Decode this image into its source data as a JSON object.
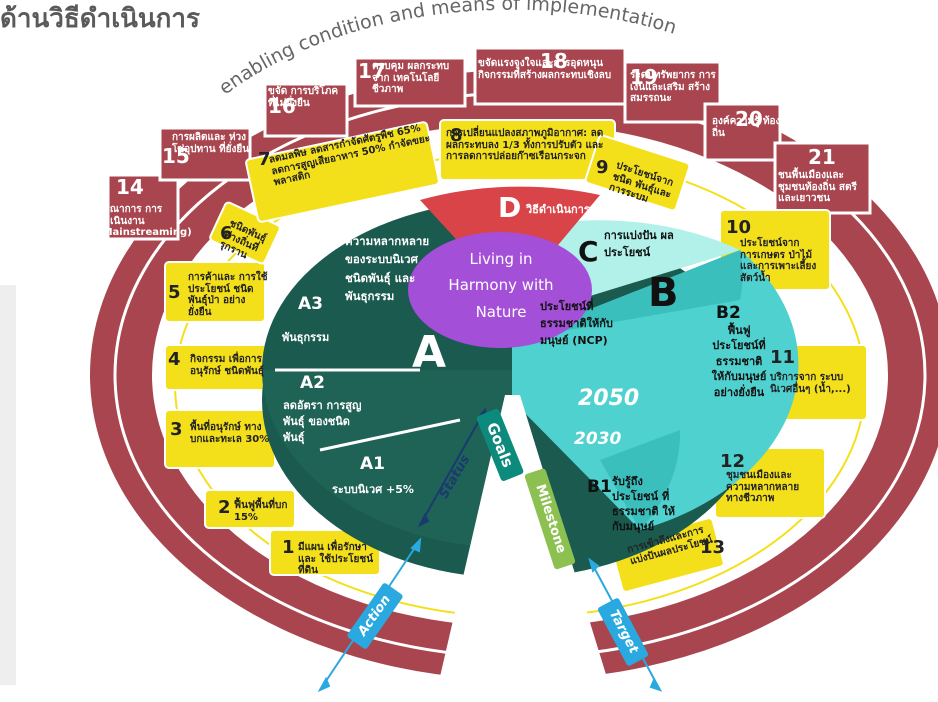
{
  "title": "ด้านวิธีดำเนินการ",
  "outer_arc_text": "enabling condition and means of implementation",
  "outer_items": [
    {
      "num": "14",
      "text": "บูรณาการ การดำเนินงาน (Mainstreaming)"
    },
    {
      "num": "15",
      "text": "การผลิตและ ห่วงโซ่อุปทาน ที่ยั่งยืน"
    },
    {
      "num": "16",
      "text": "ขจัด การบริโภค ที่ไม่ยั่งยืน"
    },
    {
      "num": "17",
      "text": "ควบคุม ผลกระทบจาก เทคโนโลยีชีวภาพ"
    },
    {
      "num": "18",
      "text": "ขจัดแรงจูงใจและการอุดหนุน กิจกรรมที่สร้างผลกระทบเชิงลบ"
    },
    {
      "num": "19",
      "text": "ระดมทรัพยากร การเงินและเสริม สร้างสมรรถนะ"
    },
    {
      "num": "20",
      "text": "องค์ความรู้ ท้องถิ่น"
    },
    {
      "num": "21",
      "text": "ชนพื้นเมืองและ ชุมชนท้องถิ่น สตรีและเยาวชน"
    }
  ],
  "yellow_items": [
    {
      "num": "1",
      "text": "มีแผน เพื่อรักษาและ ใช้ประโยชน์ที่ดิน"
    },
    {
      "num": "2",
      "text": "ฟื้นฟูพื้นที่บก 15%"
    },
    {
      "num": "3",
      "text": "พื้นที่อนุรักษ์ ทางบกและทะเล 30%"
    },
    {
      "num": "4",
      "text": "กิจกรรม เพื่อการอนุรักษ์ ชนิดพันธุ์"
    },
    {
      "num": "5",
      "text": "การค้าและ การใช้ประโยชน์ ชนิดพันธุ์ป่า อย่างยั่งยืน"
    },
    {
      "num": "6",
      "text": "ชนิดพันธุ์ ต่างถิ่นที่รุกราน"
    },
    {
      "num": "7",
      "text": "ลดมลพิษ ลดสารกำจัดศัตรูพืช 65% ลดการสูญเสียอาหาร 50% กำจัดขยะพลาสติก"
    },
    {
      "num": "8",
      "text": "การเปลี่ยนแปลงสภาพภูมิอากาศ: ลดผลกระทบลง 1/3 ทั้งการปรับตัว และการลดการปล่อยก๊าซเรือนกระจก"
    },
    {
      "num": "9",
      "text": "ประโยชน์จากชนิด พันธุ์และการระบม"
    },
    {
      "num": "10",
      "text": "ประโยชน์จาก การเกษตร ป่าไม้ และการเพาะเลี้ยง สัตว์น้ำ"
    },
    {
      "num": "11",
      "text": "บริการจาก ระบบนิเวศอื่นๆ (น้ำ,...)"
    },
    {
      "num": "12",
      "text": "ชุมชนเมืองและ ความหลากหลาย ทางชีวภาพ"
    },
    {
      "num": "13",
      "text": "การเข้าถึงและการ แบ่งปันผลประโยชน์"
    }
  ],
  "center": {
    "label": "Living in Harmony with Nature",
    "a_letter": "A",
    "a_text": "ความหลากหลาย ของระบบนิเวศ ชนิดพันธุ์ และพันธุกรรม",
    "a3_code": "A3",
    "a3_text": "พันธุกรรม",
    "a2_code": "A2",
    "a2_text": "ลดอัตรา การสูญพันธุ์ ของชนิดพันธุ์",
    "a1_code": "A1",
    "a1_text": "ระบบนิเวศ +5%",
    "b_letter": "B",
    "b_text": "ประโยชน์ที่ ธรรมชาติให้กับ มนุษย์ (NCP)",
    "b2_code": "B2",
    "b2_text": "ฟื้นฟู ประโยชน์ที่ ธรรมชาติ ให้กับมนุษย์ อย่างยั่งยืน",
    "b1_code": "B1",
    "b1_text": "รับรู้ถึงประโยชน์ ที่ธรรมชาติ ให้กับมนุษย์",
    "year_2050": "2050",
    "year_2030": "2030",
    "c_letter": "C",
    "c_text": "การแบ่งปัน ผลประโยชน์",
    "d_letter": "D",
    "d_text": "วิธีดำเนินการ"
  },
  "badges": {
    "goals": "Goals",
    "milestone": "Milestone",
    "status": "Status",
    "action": "Action",
    "target": "Target"
  },
  "colors": {
    "maroon": "#a8454f",
    "yellow": "#f4e01a",
    "dark_green": "#1b5a4f",
    "teal": "#4fd1cf",
    "light_teal": "#b2f0ea",
    "red": "#d94448",
    "purple": "#a44fd8",
    "goals_bg": "#0c8a7c",
    "milestone_bg": "#8cc152",
    "arrow_blue": "#2aa9e0"
  }
}
